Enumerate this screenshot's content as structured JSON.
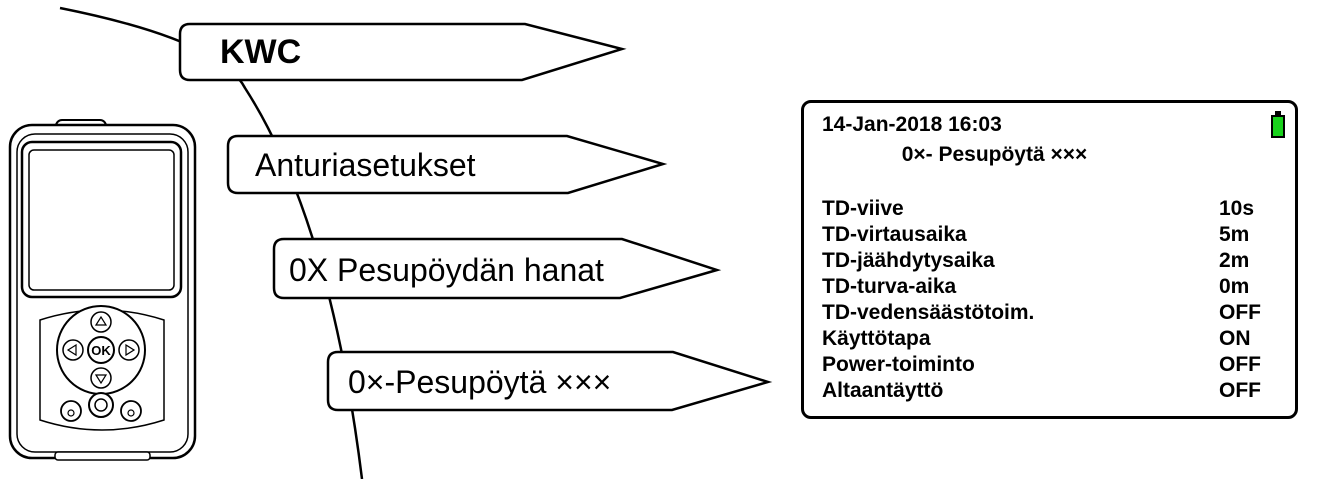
{
  "breadcrumb": [
    {
      "label": "KWC"
    },
    {
      "label": "Anturiasetukset"
    },
    {
      "label": "0X Pesupöydän hanat"
    },
    {
      "label": "0×-Pesupöytä ×××"
    }
  ],
  "device": {
    "ok_button": "OK"
  },
  "screen": {
    "datetime": "14-Jan-2018 16:03",
    "title": "0×- Pesupöytä ×××",
    "battery_color": "#19d21c",
    "params": [
      {
        "name": "TD-viive",
        "value": "10s"
      },
      {
        "name": "TD-virtausaika",
        "value": "5m"
      },
      {
        "name": "TD-jäähdytysaika",
        "value": "2m"
      },
      {
        "name": "TD-turva-aika",
        "value": "0m"
      },
      {
        "name": "TD-vedensäästötoim.",
        "value": "OFF"
      },
      {
        "name": "Käyttötapa",
        "value": "ON"
      },
      {
        "name": "Power-toiminto",
        "value": "OFF"
      },
      {
        "name": "Altaantäyttö",
        "value": "OFF"
      }
    ]
  }
}
